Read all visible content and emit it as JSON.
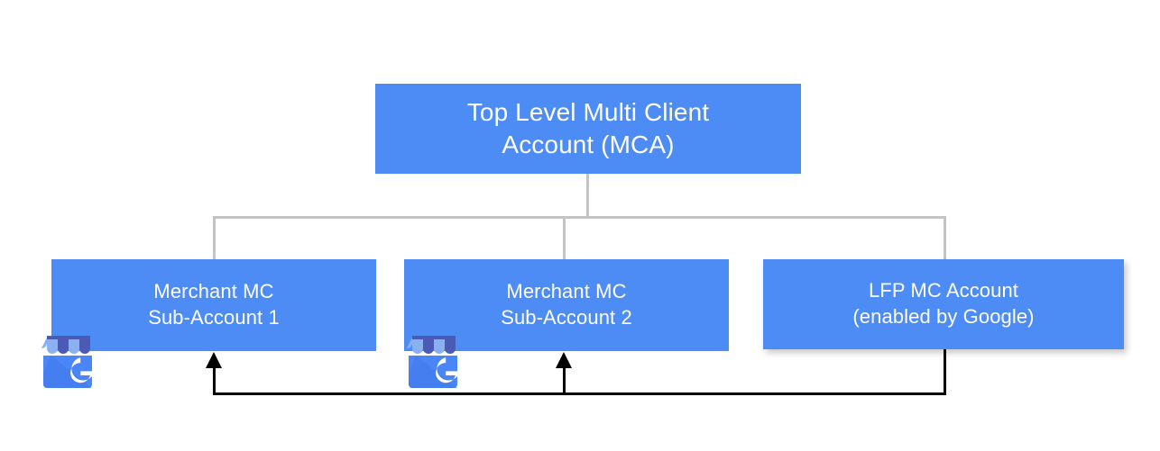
{
  "diagram": {
    "title": "Merchant Center account hierarchy with LFP account",
    "colors": {
      "node_blue": "#4d8bf5",
      "node_text": "#ffffff",
      "connector_gray": "#c4c4c4",
      "flow_black": "#000000",
      "background": "#ffffff"
    },
    "nodes": [
      {
        "id": "mca",
        "label": "Top Level Multi Client\nAccount (MCA)",
        "level": "root",
        "has_icon": false,
        "has_shadow": false
      },
      {
        "id": "sub1",
        "label": "Merchant MC\nSub-Account 1",
        "level": "child",
        "has_icon": true,
        "icon": "google-business-profile-storefront-icon",
        "has_shadow": false
      },
      {
        "id": "sub2",
        "label": "Merchant MC\nSub-Account 2",
        "level": "child",
        "has_icon": true,
        "icon": "google-business-profile-storefront-icon",
        "has_shadow": false
      },
      {
        "id": "lfp",
        "label": "LFP MC Account\n(enabled by Google)",
        "level": "child",
        "has_icon": false,
        "has_shadow": true
      }
    ],
    "connections": [
      {
        "from": "mca",
        "to": "sub1",
        "style": "tree",
        "color": "#c4c4c4"
      },
      {
        "from": "mca",
        "to": "sub2",
        "style": "tree",
        "color": "#c4c4c4"
      },
      {
        "from": "mca",
        "to": "lfp",
        "style": "tree",
        "color": "#c4c4c4"
      },
      {
        "from": "lfp",
        "to": "sub1",
        "style": "arrow",
        "color": "#000000"
      },
      {
        "from": "lfp",
        "to": "sub2",
        "style": "arrow",
        "color": "#000000"
      }
    ]
  }
}
